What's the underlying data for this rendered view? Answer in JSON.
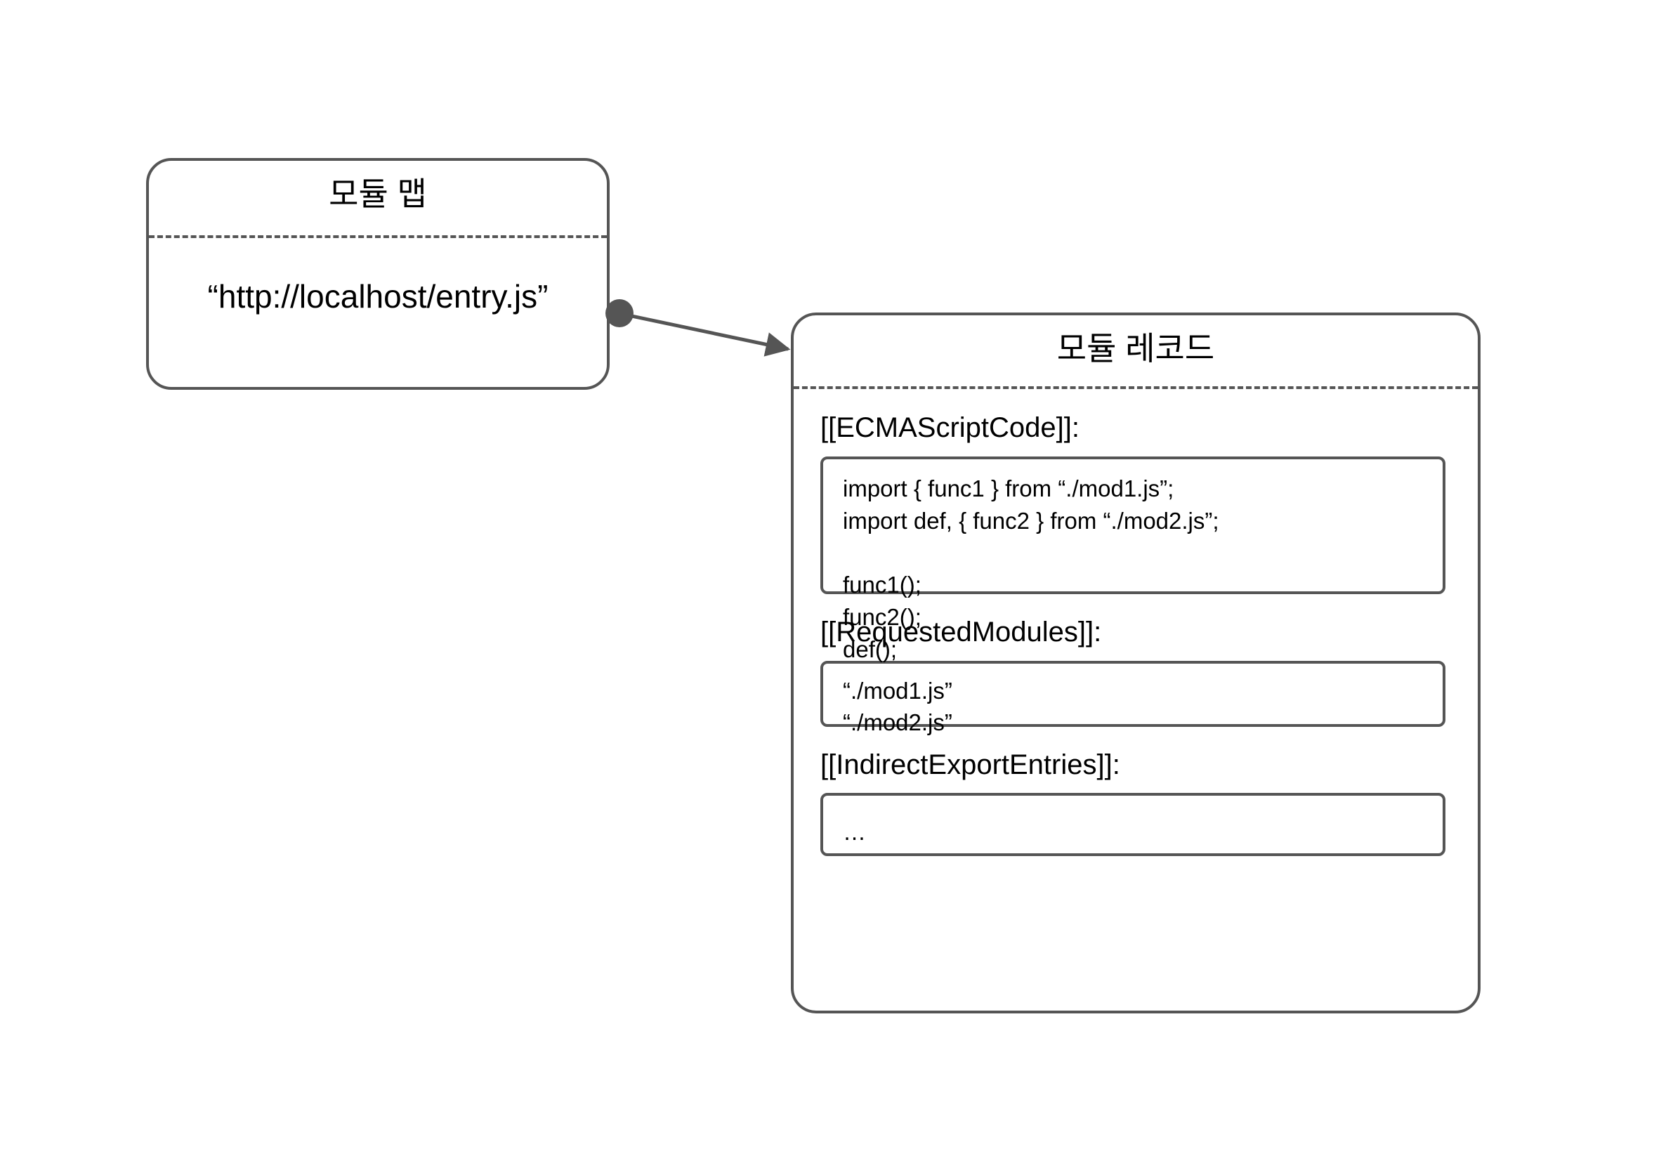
{
  "diagram": {
    "title_nodes": 2,
    "line_color": "#555555",
    "text_color": "#000000",
    "background": "#ffffff"
  },
  "module_map": {
    "title": "모듈 맵",
    "entry": "“http://localhost/entry.js”"
  },
  "module_record": {
    "title": "모듈 레코드",
    "fields": [
      {
        "label": "[[ECMAScriptCode]]:",
        "lines": [
          "import { func1 } from “./mod1.js”;",
          "import def, { func2 } from “./mod2.js”;",
          "",
          "func1();",
          "func2();",
          "def();"
        ]
      },
      {
        "label": "[[RequestedModules]]:",
        "lines": [
          "“./mod1.js”",
          "“./mod2.js”"
        ]
      },
      {
        "label": "[[IndirectExportEntries]]:",
        "lines": [
          "…"
        ]
      }
    ]
  },
  "connector": {
    "from": "module-map-entry",
    "to": "module-record",
    "source_marker": "filled-circle",
    "target_marker": "arrowhead"
  }
}
